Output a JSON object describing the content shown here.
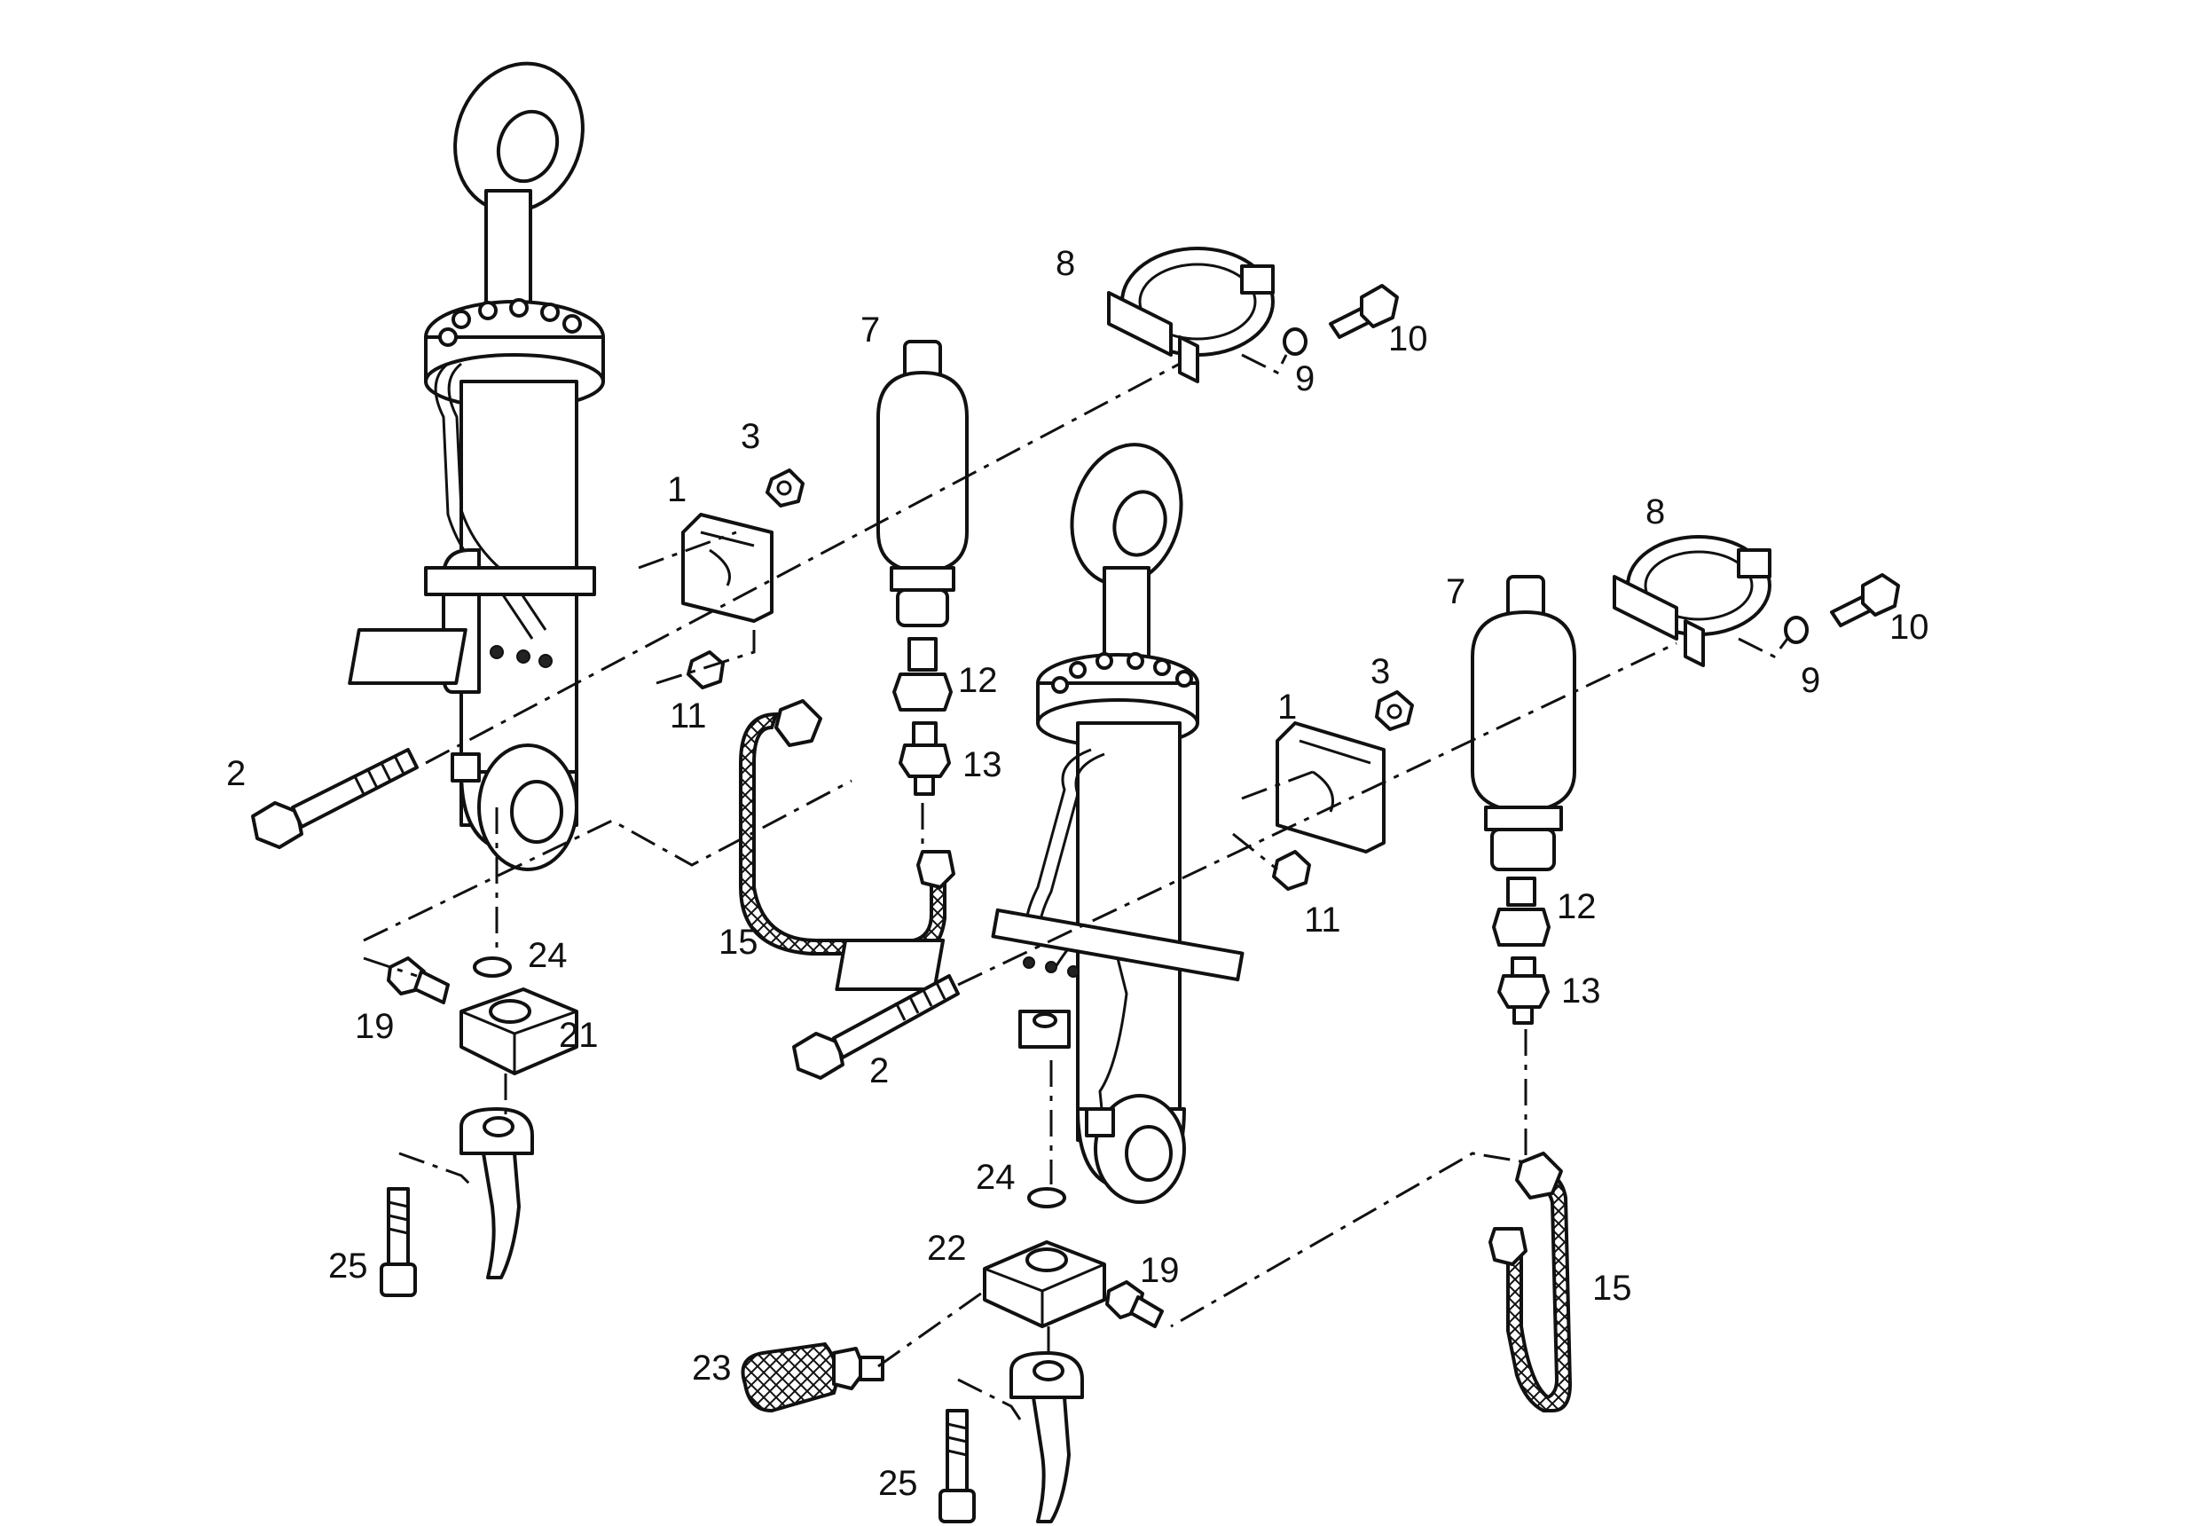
{
  "diagram": {
    "callouts": {
      "left_assembly": {
        "p1": "1",
        "p2": "2",
        "p3": "3",
        "p7": "7",
        "p8": "8",
        "p9": "9",
        "p10": "10",
        "p11": "11",
        "p12": "12",
        "p13": "13",
        "p15": "15",
        "p19": "19",
        "p21": "21",
        "p24": "24",
        "p25": "25"
      },
      "right_assembly": {
        "p1": "1",
        "p2": "2",
        "p3": "3",
        "p7": "7",
        "p8": "8",
        "p9": "9",
        "p10": "10",
        "p11": "11",
        "p12": "12",
        "p13": "13",
        "p15": "15",
        "p19": "19",
        "p22": "22",
        "p23": "23",
        "p24": "24",
        "p25": "25"
      }
    }
  }
}
